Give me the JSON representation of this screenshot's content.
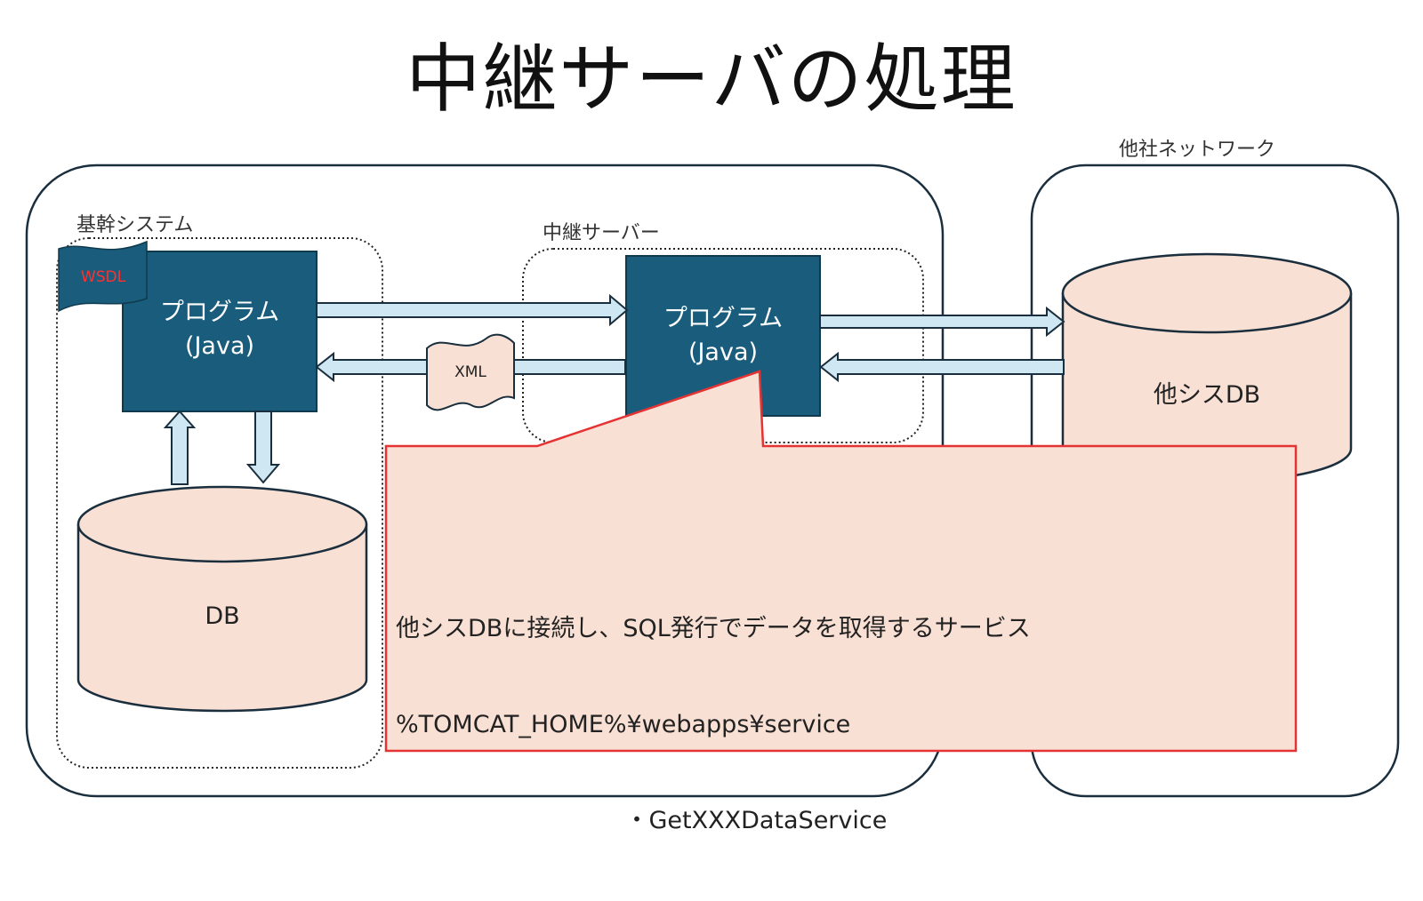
{
  "title": "中継サーバの処理",
  "regions": {
    "other_network": "他社ネットワーク",
    "core_system": "基幹システム",
    "relay_server": "中継サーバー"
  },
  "programs": {
    "core": [
      "プログラム",
      "(Java)"
    ],
    "relay": [
      "プログラム",
      "(Java)"
    ]
  },
  "documents": {
    "wsdl": "WSDL",
    "xml": "XML"
  },
  "databases": {
    "core_db": "DB",
    "other_db": "他シスDB"
  },
  "callout": {
    "lines": [
      "他シスDBに接続し、SQL発行でデータを取得するサービス",
      "%TOMCAT_HOME%¥webapps¥service",
      "                              ・GetXXXDataService"
    ]
  },
  "colors": {
    "program_fill": "#1a5c7c",
    "db_fill": "#f9e0d4",
    "arrow_fill": "#cfe6f3",
    "callout_border": "#e53333",
    "wsdl_text": "#ff3030"
  }
}
